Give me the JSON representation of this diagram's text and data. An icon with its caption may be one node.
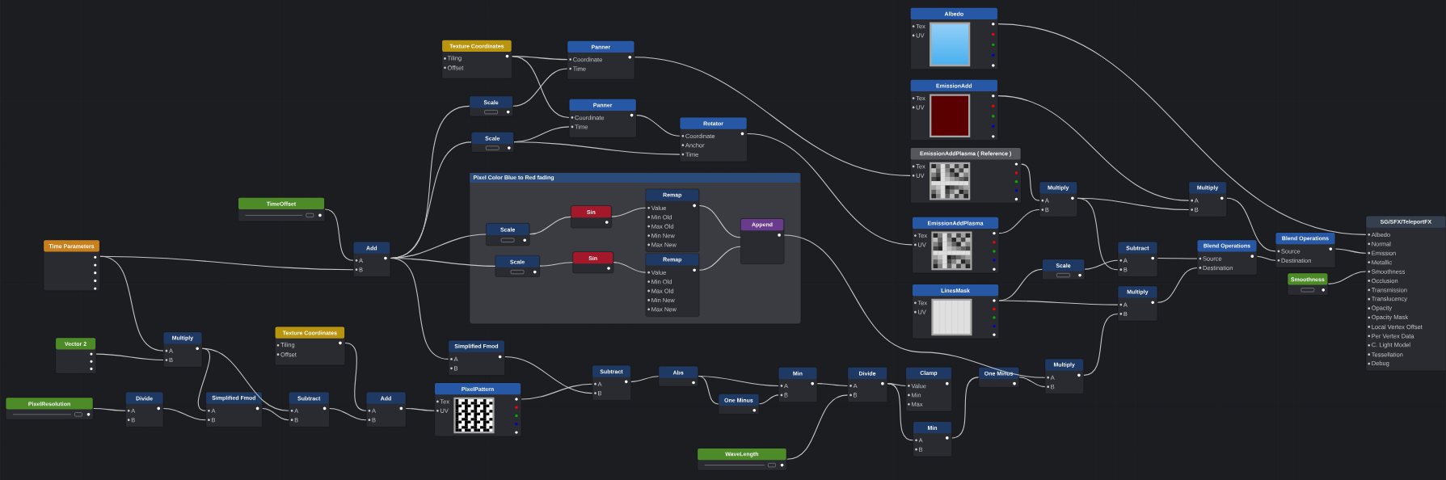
{
  "diagram": {
    "nodes": [
      {
        "text": [
          "Time Parameters"
        ]
      },
      {
        "text": [
          "PixelResolution"
        ]
      },
      {
        "text": [
          "Vector 2"
        ]
      },
      {
        "text": [
          "Multiply",
          "A",
          "B"
        ]
      },
      {
        "text": [
          "Divide",
          "A",
          "B"
        ]
      },
      {
        "text": [
          "Simplified Fmod",
          "A",
          "B"
        ]
      },
      {
        "text": [
          "Texture Coordinates",
          "Tiling",
          "Offset"
        ]
      },
      {
        "text": [
          "Subtract",
          "A",
          "B"
        ]
      },
      {
        "text": [
          "Add",
          "A",
          "B"
        ]
      },
      {
        "text": [
          "TimeOffset"
        ]
      },
      {
        "text": [
          "Add",
          "A",
          "B"
        ]
      },
      {
        "text": [
          "Simplified Fmod",
          "A",
          "B"
        ]
      },
      {
        "text": [
          "PixelPattern",
          "Tex",
          "UV"
        ]
      },
      {
        "text": [
          "Texture Coordinates",
          "Tiling",
          "Offset"
        ]
      },
      {
        "text": [
          "Scale"
        ]
      },
      {
        "text": [
          "Scale"
        ]
      },
      {
        "text": [
          "Panner",
          "Coordinate",
          "Time"
        ]
      },
      {
        "text": [
          "Panner",
          "Coordinate",
          "Time"
        ]
      },
      {
        "text": [
          "Rotator",
          "Coordinate",
          "Anchor",
          "Time"
        ]
      },
      {
        "text": [
          "Pixel Color Blue to Red fading"
        ]
      },
      {
        "text": [
          "Scale"
        ],
        "in": 19
      },
      {
        "text": [
          "Scale"
        ],
        "in": 19
      },
      {
        "text": [
          "Sin"
        ],
        "in": 19
      },
      {
        "text": [
          "Sin"
        ],
        "in": 19
      },
      {
        "text": [
          "Remap",
          "Value",
          "Min Old",
          "Max Old",
          "Min New",
          "Max New"
        ],
        "in": 19
      },
      {
        "text": [
          "Remap",
          "Value",
          "Min Old",
          "Max Old",
          "Min New",
          "Max New"
        ],
        "in": 19
      },
      {
        "text": [
          "Append"
        ],
        "in": 19
      },
      {
        "text": [
          "Subtract",
          "A",
          "B"
        ]
      },
      {
        "text": [
          "Abs"
        ]
      },
      {
        "text": [
          "One Minus"
        ]
      },
      {
        "text": [
          "Min",
          "A",
          "B"
        ]
      },
      {
        "text": [
          "Divide",
          "A",
          "B"
        ]
      },
      {
        "text": [
          "WaveLength"
        ]
      },
      {
        "text": [
          "Clamp",
          "Value",
          "Min",
          "Max"
        ]
      },
      {
        "text": [
          "Min",
          "A",
          "B"
        ]
      },
      {
        "text": [
          "One Minus"
        ]
      },
      {
        "text": [
          "Multiply",
          "A",
          "B"
        ]
      },
      {
        "text": [
          "Albedo",
          "Tex",
          "UV"
        ]
      },
      {
        "text": [
          "EmissionAdd",
          "Tex",
          "UV"
        ]
      },
      {
        "text": [
          "EmissionAddPlasma ( Reference )",
          "Tex",
          "UV"
        ]
      },
      {
        "text": [
          "EmissionAddPlasma",
          "Tex",
          "UV"
        ]
      },
      {
        "text": [
          "LinesMask",
          "Tex",
          "UV"
        ]
      },
      {
        "text": [
          "Multiply",
          "A",
          "B"
        ]
      },
      {
        "text": [
          "Multiply",
          "A",
          "B"
        ]
      },
      {
        "text": [
          "Scale"
        ]
      },
      {
        "text": [
          "Subtract",
          "A",
          "B"
        ]
      },
      {
        "text": [
          "Multiply",
          "A",
          "B"
        ]
      },
      {
        "text": [
          "Blend Operations",
          "Source",
          "Destination"
        ]
      },
      {
        "text": [
          "Blend Operations",
          "Source",
          "Destination"
        ]
      },
      {
        "text": [
          "Smoothness"
        ]
      },
      {
        "text": [
          "SG/SFX/TeleportFX",
          "Albedo",
          "Normal",
          "Emission",
          "Metallic",
          "Smoothness",
          "Occlusion",
          "Transmission",
          "Translucency",
          "Opacity",
          "Opacity Mask",
          "Local Vertex Offset",
          "Per Vertex Data",
          "C. Light Model",
          "Tessellation",
          "Debug"
        ]
      }
    ],
    "edges": [
      {
        "from": 0,
        "to": 10,
        "arrow": "none"
      },
      {
        "from": 0,
        "to": 3,
        "arrow": "none"
      },
      {
        "from": 9,
        "to": 10,
        "arrow": "none"
      },
      {
        "from": 2,
        "to": 3,
        "arrow": "none"
      },
      {
        "from": 1,
        "to": 4,
        "arrow": "none"
      },
      {
        "from": 4,
        "to": 5,
        "arrow": "none"
      },
      {
        "from": 3,
        "to": 5,
        "arrow": "none"
      },
      {
        "from": 3,
        "to": 7,
        "arrow": "none"
      },
      {
        "from": 5,
        "to": 7,
        "arrow": "none"
      },
      {
        "from": 7,
        "to": 8,
        "arrow": "none"
      },
      {
        "from": 6,
        "to": 8,
        "arrow": "none"
      },
      {
        "from": 8,
        "to": 12,
        "arrow": "none"
      },
      {
        "from": 10,
        "to": 14,
        "arrow": "none"
      },
      {
        "from": 10,
        "to": 15,
        "arrow": "none"
      },
      {
        "from": 10,
        "to": 20,
        "arrow": "none"
      },
      {
        "from": 10,
        "to": 21,
        "arrow": "none"
      },
      {
        "from": 10,
        "to": 11,
        "arrow": "none"
      },
      {
        "from": 13,
        "to": 16,
        "arrow": "none"
      },
      {
        "from": 13,
        "to": 17,
        "arrow": "none"
      },
      {
        "from": 14,
        "to": 16,
        "arrow": "none"
      },
      {
        "from": 15,
        "to": 17,
        "arrow": "none"
      },
      {
        "from": 15,
        "to": 18,
        "arrow": "none"
      },
      {
        "from": 17,
        "to": 18,
        "arrow": "none"
      },
      {
        "from": 16,
        "to": 39,
        "arrow": "none"
      },
      {
        "from": 18,
        "to": 40,
        "arrow": "none"
      },
      {
        "from": 20,
        "to": 22,
        "arrow": "none"
      },
      {
        "from": 22,
        "to": 24,
        "arrow": "none"
      },
      {
        "from": 21,
        "to": 23,
        "arrow": "none"
      },
      {
        "from": 23,
        "to": 25,
        "arrow": "none"
      },
      {
        "from": 24,
        "to": 26,
        "arrow": "none"
      },
      {
        "from": 25,
        "to": 26,
        "arrow": "none"
      },
      {
        "from": 26,
        "to": 36,
        "arrow": "none"
      },
      {
        "from": 12,
        "to": 27,
        "arrow": "none"
      },
      {
        "from": 11,
        "to": 27,
        "arrow": "none"
      },
      {
        "from": 27,
        "to": 28,
        "arrow": "none"
      },
      {
        "from": 28,
        "to": 30,
        "arrow": "none"
      },
      {
        "from": 28,
        "to": 29,
        "arrow": "none"
      },
      {
        "from": 29,
        "to": 30,
        "arrow": "none"
      },
      {
        "from": 30,
        "to": 31,
        "arrow": "none"
      },
      {
        "from": 32,
        "to": 31,
        "arrow": "none"
      },
      {
        "from": 31,
        "to": 33,
        "arrow": "none"
      },
      {
        "from": 31,
        "to": 34,
        "arrow": "none"
      },
      {
        "from": 34,
        "to": 35,
        "arrow": "none"
      },
      {
        "from": 35,
        "to": 36,
        "arrow": "none"
      },
      {
        "from": 36,
        "to": 46,
        "arrow": "none"
      },
      {
        "from": 41,
        "to": 44,
        "arrow": "none"
      },
      {
        "from": 41,
        "to": 46,
        "arrow": "none"
      },
      {
        "from": 39,
        "to": 42,
        "arrow": "none"
      },
      {
        "from": 40,
        "to": 42,
        "arrow": "none"
      },
      {
        "from": 38,
        "to": 43,
        "arrow": "none"
      },
      {
        "from": 42,
        "to": 43,
        "arrow": "none"
      },
      {
        "from": 42,
        "to": 45,
        "arrow": "none"
      },
      {
        "from": 44,
        "to": 45,
        "arrow": "none"
      },
      {
        "from": 43,
        "to": 48,
        "arrow": "none"
      },
      {
        "from": 45,
        "to": 47,
        "arrow": "none"
      },
      {
        "from": 46,
        "to": 47,
        "arrow": "none"
      },
      {
        "from": 47,
        "to": 48,
        "arrow": "none"
      },
      {
        "from": 48,
        "to": 50,
        "arrow": "none"
      },
      {
        "from": 37,
        "to": 50,
        "arrow": "none"
      },
      {
        "from": 49,
        "to": 50,
        "arrow": "none"
      }
    ]
  }
}
